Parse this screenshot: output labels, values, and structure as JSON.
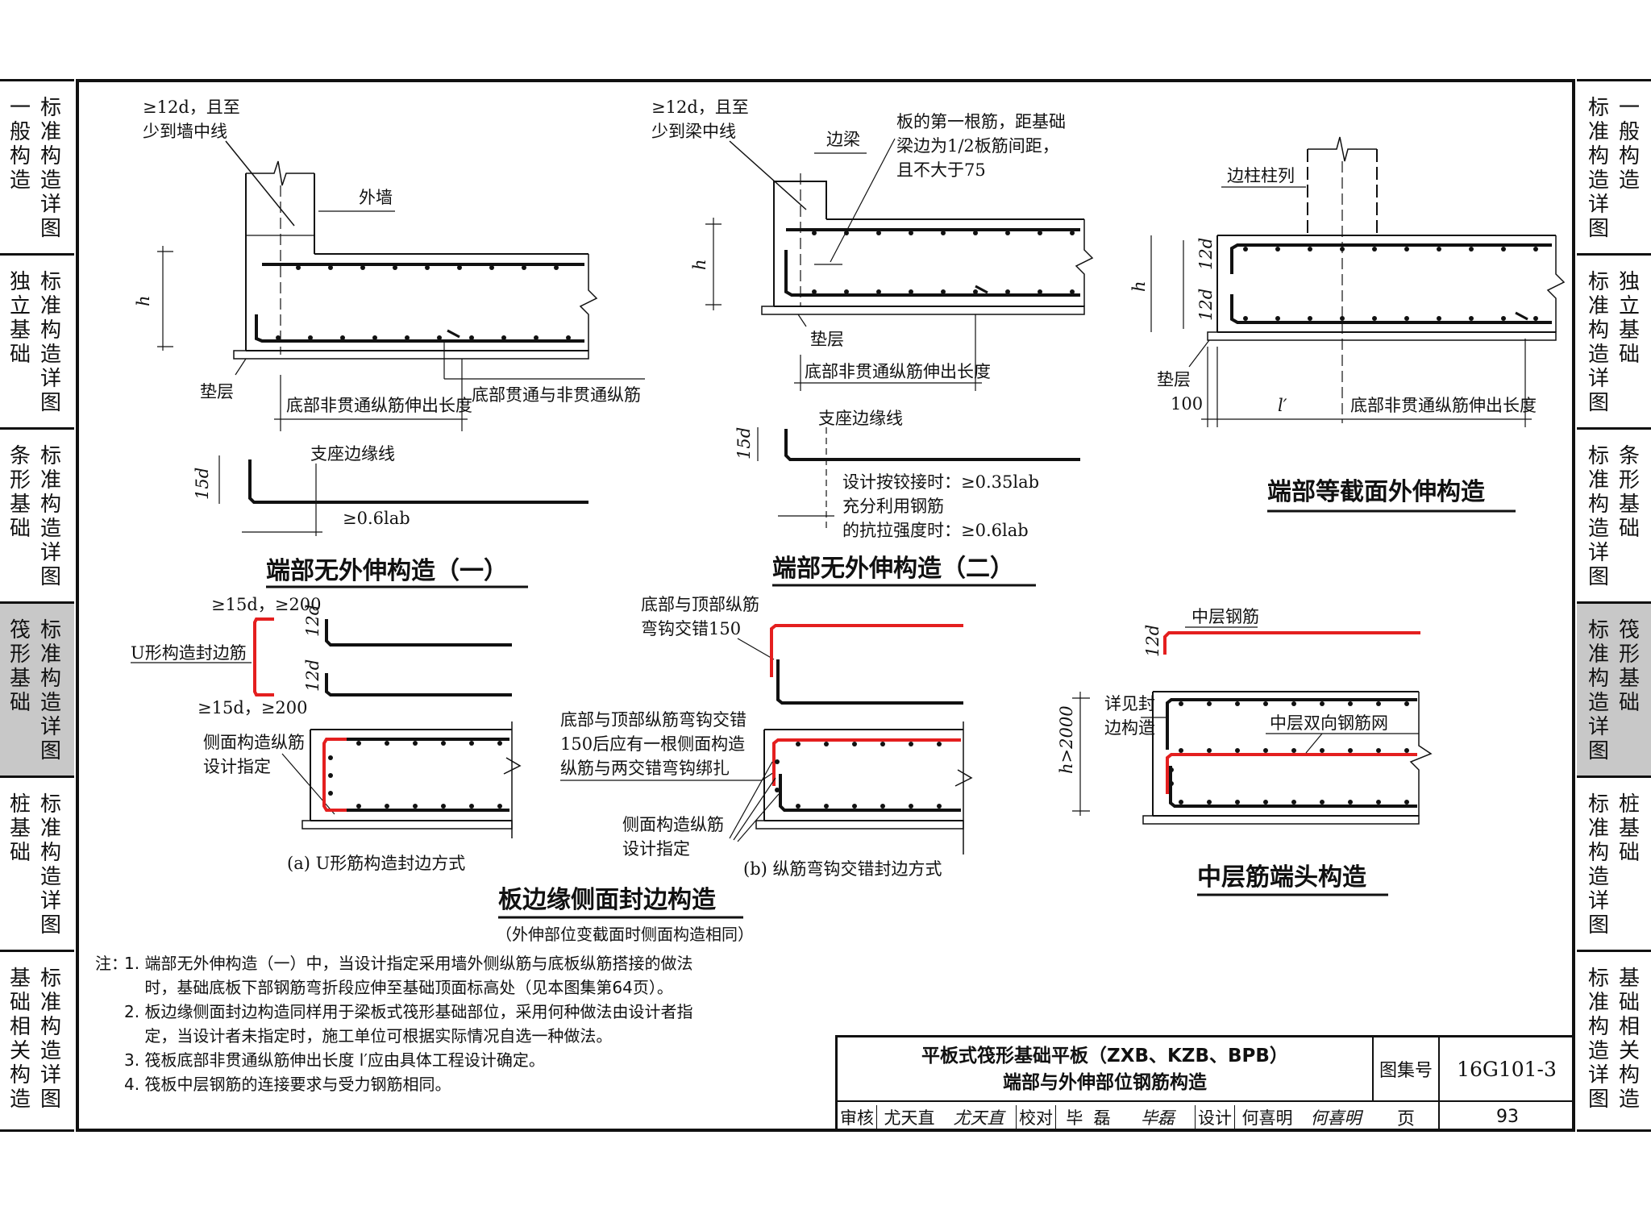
{
  "left_tabs": [
    {
      "c1": "一般构造",
      "c2": "标准构造详图",
      "active": false
    },
    {
      "c1": "独立基础",
      "c2": "标准构造详图",
      "active": false
    },
    {
      "c1": "条形基础",
      "c2": "标准构造详图",
      "active": false
    },
    {
      "c1": "筏形基础",
      "c2": "标准构造详图",
      "active": true
    },
    {
      "c1": "桩基础",
      "c2": "标准构造详图",
      "active": false
    },
    {
      "c1": "基础相关构造",
      "c2": "标准构造详图",
      "active": false
    }
  ],
  "right_tabs": [
    {
      "c1": "标准构造详图",
      "c2": "一般构造",
      "active": false
    },
    {
      "c1": "标准构造详图",
      "c2": "独立基础",
      "active": false
    },
    {
      "c1": "标准构造详图",
      "c2": "条形基础",
      "active": false
    },
    {
      "c1": "标准构造详图",
      "c2": "筏形基础",
      "active": true
    },
    {
      "c1": "标准构造详图",
      "c2": "桩基础",
      "active": false
    },
    {
      "c1": "标准构造详图",
      "c2": "基础相关构造",
      "active": false
    }
  ],
  "d1": {
    "title": "端部无外伸构造（一）",
    "note_line1": "≥12d，且至",
    "note_line2": "少到墙中线",
    "wall": "外墙",
    "h": "h",
    "cushion": "垫层",
    "len1": "底部非贯通纵筋伸出长度",
    "len2": "底部贯通与非贯通纵筋",
    "support": "支座边缘线",
    "d15": "15d",
    "anchor": "≥0.6lab"
  },
  "d2": {
    "title": "端部无外伸构造（二）",
    "note_line1": "≥12d，且至",
    "note_line2": "少到梁中线",
    "beam": "边梁",
    "first_bar_1": "板的第一根筋，距基础",
    "first_bar_2": "梁边为1/2板筋间距，",
    "first_bar_3": "且不大于75",
    "h": "h",
    "cushion": "垫层",
    "len": "底部非贯通纵筋伸出长度",
    "support": "支座边缘线",
    "d15": "15d",
    "hinge": "设计按铰接时：≥0.35lab",
    "full_1": "充分利用钢筋",
    "full_2": "的抗拉强度时：≥0.6lab"
  },
  "d3": {
    "title": "端部等截面外伸构造",
    "col": "边柱柱列",
    "h": "h",
    "d12a": "12d",
    "d12b": "12d",
    "cushion": "垫层",
    "w100": "100",
    "lp": "l′",
    "len": "底部非贯通纵筋伸出长度"
  },
  "d4": {
    "a_top": "≥15d，≥200",
    "a_bot": "≥15d，≥200",
    "u_bar": "U形构造封边筋",
    "d12a": "12d",
    "d12b": "12d",
    "side_1": "侧面构造纵筋",
    "side_2": "设计指定",
    "caption_a": "(a)  U形筋构造封边方式",
    "b_hook_1": "底部与顶部纵筋",
    "b_hook_2": "弯钩交错150",
    "b_note_1": "底部与顶部纵筋弯钩交错",
    "b_note_2": "150后应有一根侧面构造",
    "b_note_3": "纵筋与两交错弯钩绑扎",
    "b_side_1": "侧面构造纵筋",
    "b_side_2": "设计指定",
    "caption_b": "(b)  纵筋弯钩交错封边方式",
    "title": "板边缘侧面封边构造",
    "subtitle": "（外伸部位变截面时侧面构造相同）"
  },
  "d5": {
    "title": "中层筋端头构造",
    "mid": "中层钢筋",
    "d12": "12d",
    "see_1": "详见封",
    "see_2": "边构造",
    "mesh": "中层双向钢筋网",
    "h2000": "h>2000"
  },
  "notes": {
    "label": "注：",
    "items": [
      "1. 端部无外伸构造（一）中，当设计指定采用墙外侧纵筋与底板纵筋搭接的做法",
      "    时，基础底板下部钢筋弯折段应伸至基础顶面标高处（见本图集第64页）。",
      "2. 板边缘侧面封边构造同样用于梁板式筏形基础部位，采用何种做法由设计者指",
      "    定，当设计者未指定时，施工单位可根据实际情况自选一种做法。",
      "3. 筏板底部非贯通纵筋伸出长度 l′应由具体工程设计确定。",
      "4. 筏板中层钢筋的连接要求与受力钢筋相同。"
    ]
  },
  "title_block": {
    "title_1": "平板式筏形基础平板（ZXB、KZB、BPB）",
    "title_2": "端部与外伸部位钢筋构造",
    "atlas_label": "图集号",
    "atlas_no": "16G101-3",
    "page_label": "页",
    "page_no": "93",
    "review_label": "审核",
    "reviewer": "尤天直",
    "reviewer_sig": "尤天直",
    "check_label": "校对",
    "checker": "毕  磊",
    "checker_sig": "毕磊",
    "design_label": "设计",
    "designer": "何喜明",
    "designer_sig": "何喜明"
  },
  "colors": {
    "red_bar": "#e41f1f",
    "line": "#111111",
    "active_tab": "#c8c8c8"
  }
}
